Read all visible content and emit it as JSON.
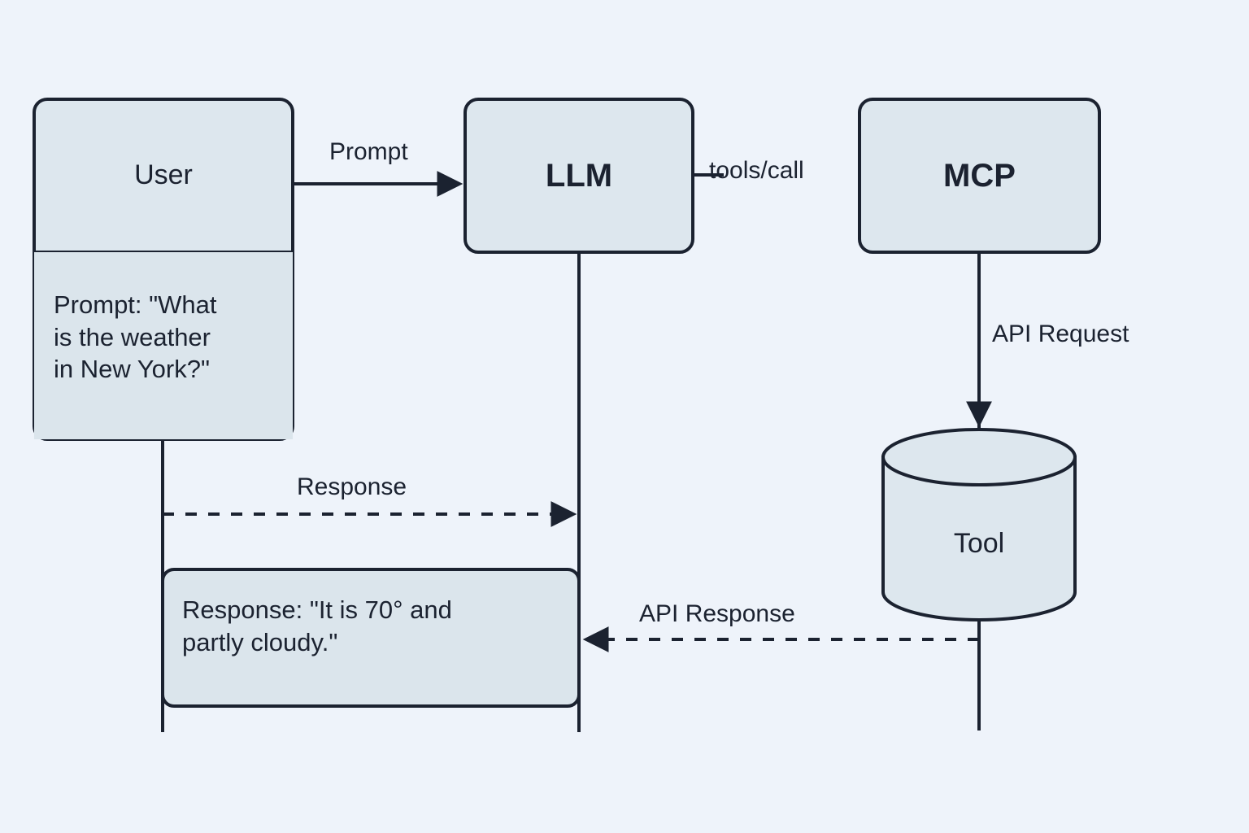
{
  "diagram": {
    "type": "sequence-diagram",
    "background_color": "#eef3fa",
    "node_fill_color": "#dde7ee",
    "note_fill_color": "#dbe5ec",
    "stroke_color": "#1b2230",
    "text_color": "#1b2230"
  },
  "participants": [
    {
      "id": "user",
      "label": "User",
      "shape": "rounded-rect",
      "bold": false
    },
    {
      "id": "llm",
      "label": "LLM",
      "shape": "rounded-rect",
      "bold": true
    },
    {
      "id": "mcp",
      "label": "MCP",
      "shape": "rounded-rect",
      "bold": true
    },
    {
      "id": "tool",
      "label": "Tool",
      "shape": "cylinder",
      "bold": false
    }
  ],
  "notes": [
    {
      "id": "prompt-note",
      "owner": "user",
      "text": "Prompt: \"What\nis the weather\nin New York?\""
    },
    {
      "id": "response-note",
      "owner": "user",
      "text": "Response: \"It is 70° and\npartly cloudy.\""
    }
  ],
  "messages": [
    {
      "id": "prompt",
      "label": "Prompt",
      "from": "user",
      "to": "llm",
      "style": "solid",
      "direction": "right",
      "arrowhead": true
    },
    {
      "id": "tools-call",
      "label": "tools/call",
      "from": "llm",
      "to": "mcp",
      "style": "solid",
      "direction": "right",
      "arrowhead": false
    },
    {
      "id": "api-request",
      "label": "API Request",
      "from": "mcp",
      "to": "tool",
      "style": "solid",
      "direction": "down",
      "arrowhead": true
    },
    {
      "id": "response",
      "label": "Response",
      "from": "user",
      "to": "llm",
      "style": "dashed",
      "direction": "right",
      "arrowhead": true
    },
    {
      "id": "api-response",
      "label": "API Response",
      "from": "tool",
      "to": "llm",
      "style": "dashed",
      "direction": "left",
      "arrowhead": true
    }
  ]
}
